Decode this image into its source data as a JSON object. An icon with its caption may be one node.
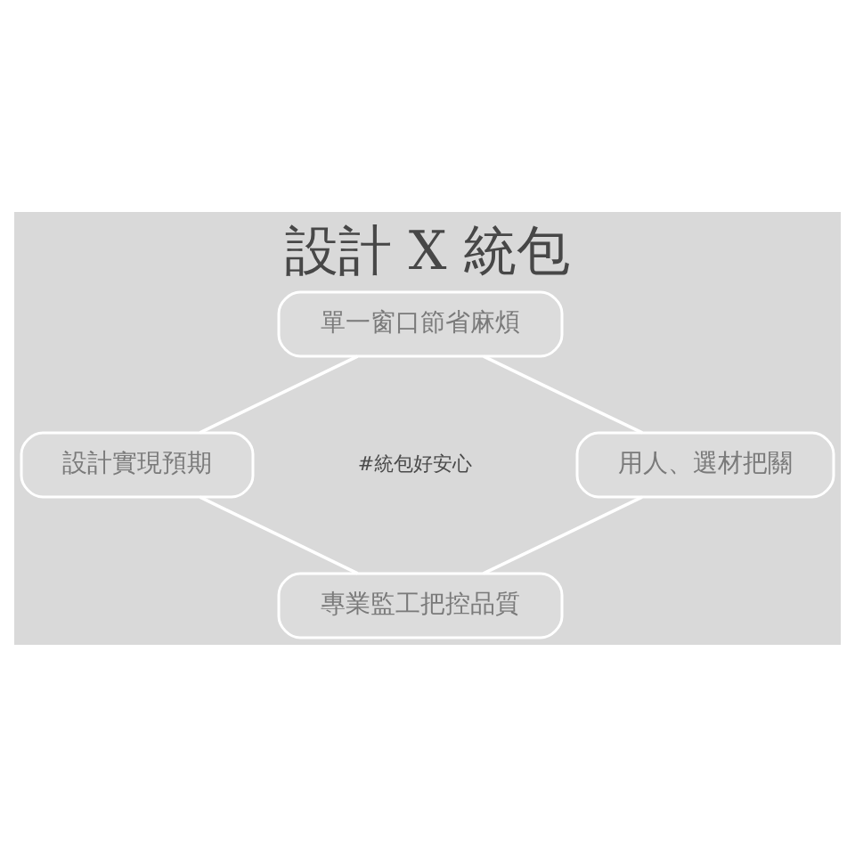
{
  "diagram": {
    "title": "設計 X 統包",
    "nodes": [
      {
        "text": [
          "單一窗口節省麻煩"
        ]
      },
      {
        "text": [
          "設計實現預期"
        ]
      },
      {
        "text": [
          "用人、選材把關"
        ]
      },
      {
        "text": [
          "專業監工把控品質"
        ]
      }
    ],
    "edges": [
      {
        "from": 0,
        "to": 1,
        "arrow": "none"
      },
      {
        "from": 0,
        "to": 2,
        "arrow": "none"
      },
      {
        "from": 1,
        "to": 3,
        "arrow": "none"
      },
      {
        "from": 2,
        "to": 3,
        "arrow": "none"
      }
    ],
    "labels": [
      "#統包好安心"
    ]
  }
}
